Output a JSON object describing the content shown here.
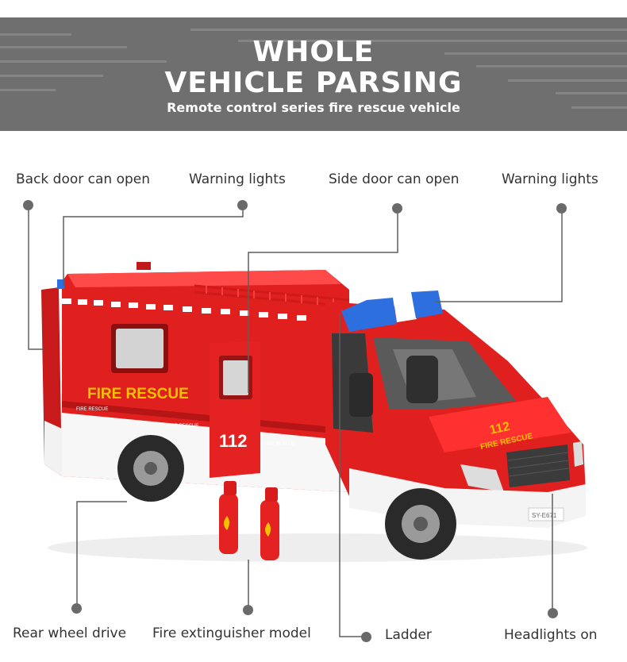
{
  "banner": {
    "title_line1": "WHOLE",
    "title_line2": "VEHICLE PARSING",
    "subtitle": "Remote control series fire rescue vehicle",
    "color": "#6f6f6f"
  },
  "vehicle": {
    "side_text": "FIRE RESCUE",
    "small_text": "FIRE RESCUE",
    "door_number": "112",
    "hood_number": "112",
    "hood_text": "FIRE RESCUE",
    "plate": "SY-E671",
    "body_color": "#e01f1f",
    "light_color": "#2e6fe0"
  },
  "callouts": {
    "back_door": "Back door can open",
    "warning_lights_1": "Warning lights",
    "side_door": "Side door can open",
    "warning_lights_2": "Warning lights",
    "rear_wheel": "Rear wheel drive",
    "extinguisher": "Fire extinguisher model",
    "ladder": "Ladder",
    "headlights": "Headlights on"
  }
}
